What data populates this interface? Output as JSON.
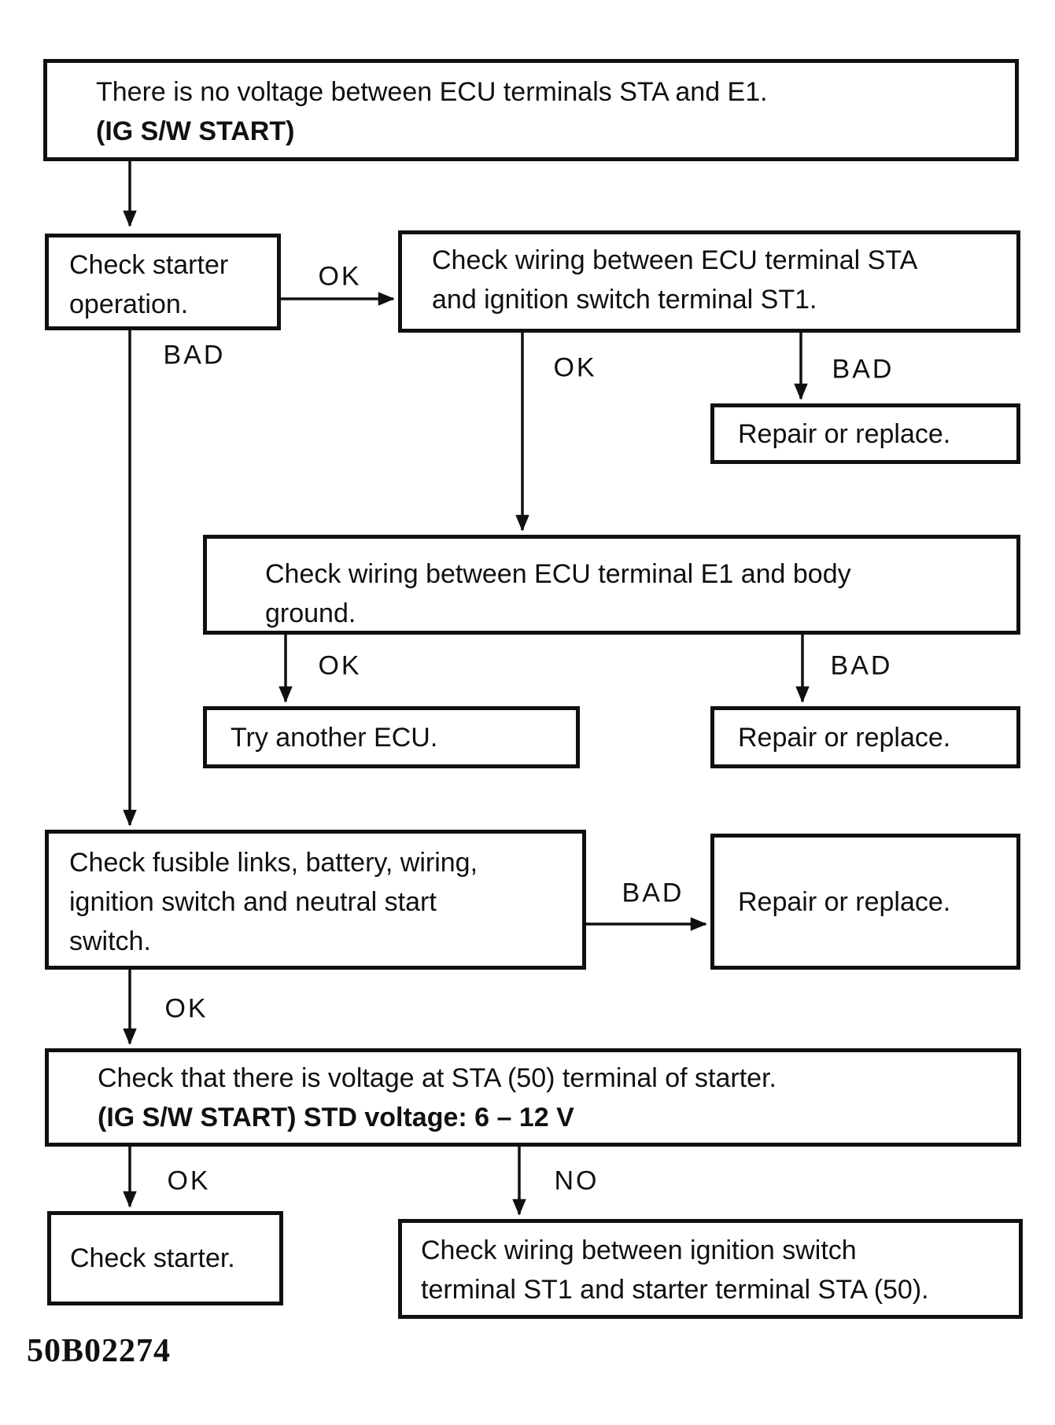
{
  "figure_code": "50B02274",
  "colors": {
    "ink": "#101010",
    "paper": "#ffffff"
  },
  "nodes": [
    {
      "id": "start",
      "lines": [
        "There is no voltage between ECU terminals STA and E1.",
        "(IG S/W START)"
      ]
    },
    {
      "id": "check-starter-operation",
      "lines": [
        "Check starter",
        "operation."
      ]
    },
    {
      "id": "check-wiring-sta",
      "lines": [
        "Check wiring between ECU terminal STA",
        "and ignition switch terminal ST1."
      ]
    },
    {
      "id": "repair-or-replace-1",
      "lines": [
        "Repair or replace."
      ]
    },
    {
      "id": "check-wiring-e1",
      "lines": [
        "Check wiring between ECU terminal E1 and body",
        "ground."
      ]
    },
    {
      "id": "try-another-ecu",
      "lines": [
        "Try another ECU."
      ]
    },
    {
      "id": "repair-or-replace-2",
      "lines": [
        "Repair or replace."
      ]
    },
    {
      "id": "check-fusible-links",
      "lines": [
        "Check fusible links, battery, wiring,",
        "ignition switch and neutral start",
        "switch."
      ]
    },
    {
      "id": "repair-or-replace-3",
      "lines": [
        "Repair or replace."
      ]
    },
    {
      "id": "check-voltage-sta50",
      "lines": [
        "Check that there is voltage at STA (50) terminal of starter.",
        "(IG S/W START)   STD voltage:   6 –  12 V"
      ]
    },
    {
      "id": "check-starter",
      "lines": [
        "Check starter."
      ]
    },
    {
      "id": "check-wiring-ignition",
      "lines": [
        "Check wiring between ignition switch",
        "terminal ST1 and starter terminal STA (50)."
      ]
    }
  ],
  "edges": [
    {
      "from": "start",
      "to": "check-starter-operation",
      "label": ""
    },
    {
      "from": "check-starter-operation",
      "to": "check-wiring-sta",
      "label": "OK"
    },
    {
      "from": "check-starter-operation",
      "to": "check-fusible-links",
      "label": "BAD"
    },
    {
      "from": "check-wiring-sta",
      "to": "check-wiring-e1",
      "label": "OK"
    },
    {
      "from": "check-wiring-sta",
      "to": "repair-or-replace-1",
      "label": "BAD"
    },
    {
      "from": "check-wiring-e1",
      "to": "try-another-ecu",
      "label": "OK"
    },
    {
      "from": "check-wiring-e1",
      "to": "repair-or-replace-2",
      "label": "BAD"
    },
    {
      "from": "check-fusible-links",
      "to": "repair-or-replace-3",
      "label": "BAD"
    },
    {
      "from": "check-fusible-links",
      "to": "check-voltage-sta50",
      "label": "OK"
    },
    {
      "from": "check-voltage-sta50",
      "to": "check-starter",
      "label": "OK"
    },
    {
      "from": "check-voltage-sta50",
      "to": "check-wiring-ignition",
      "label": "NO"
    }
  ]
}
